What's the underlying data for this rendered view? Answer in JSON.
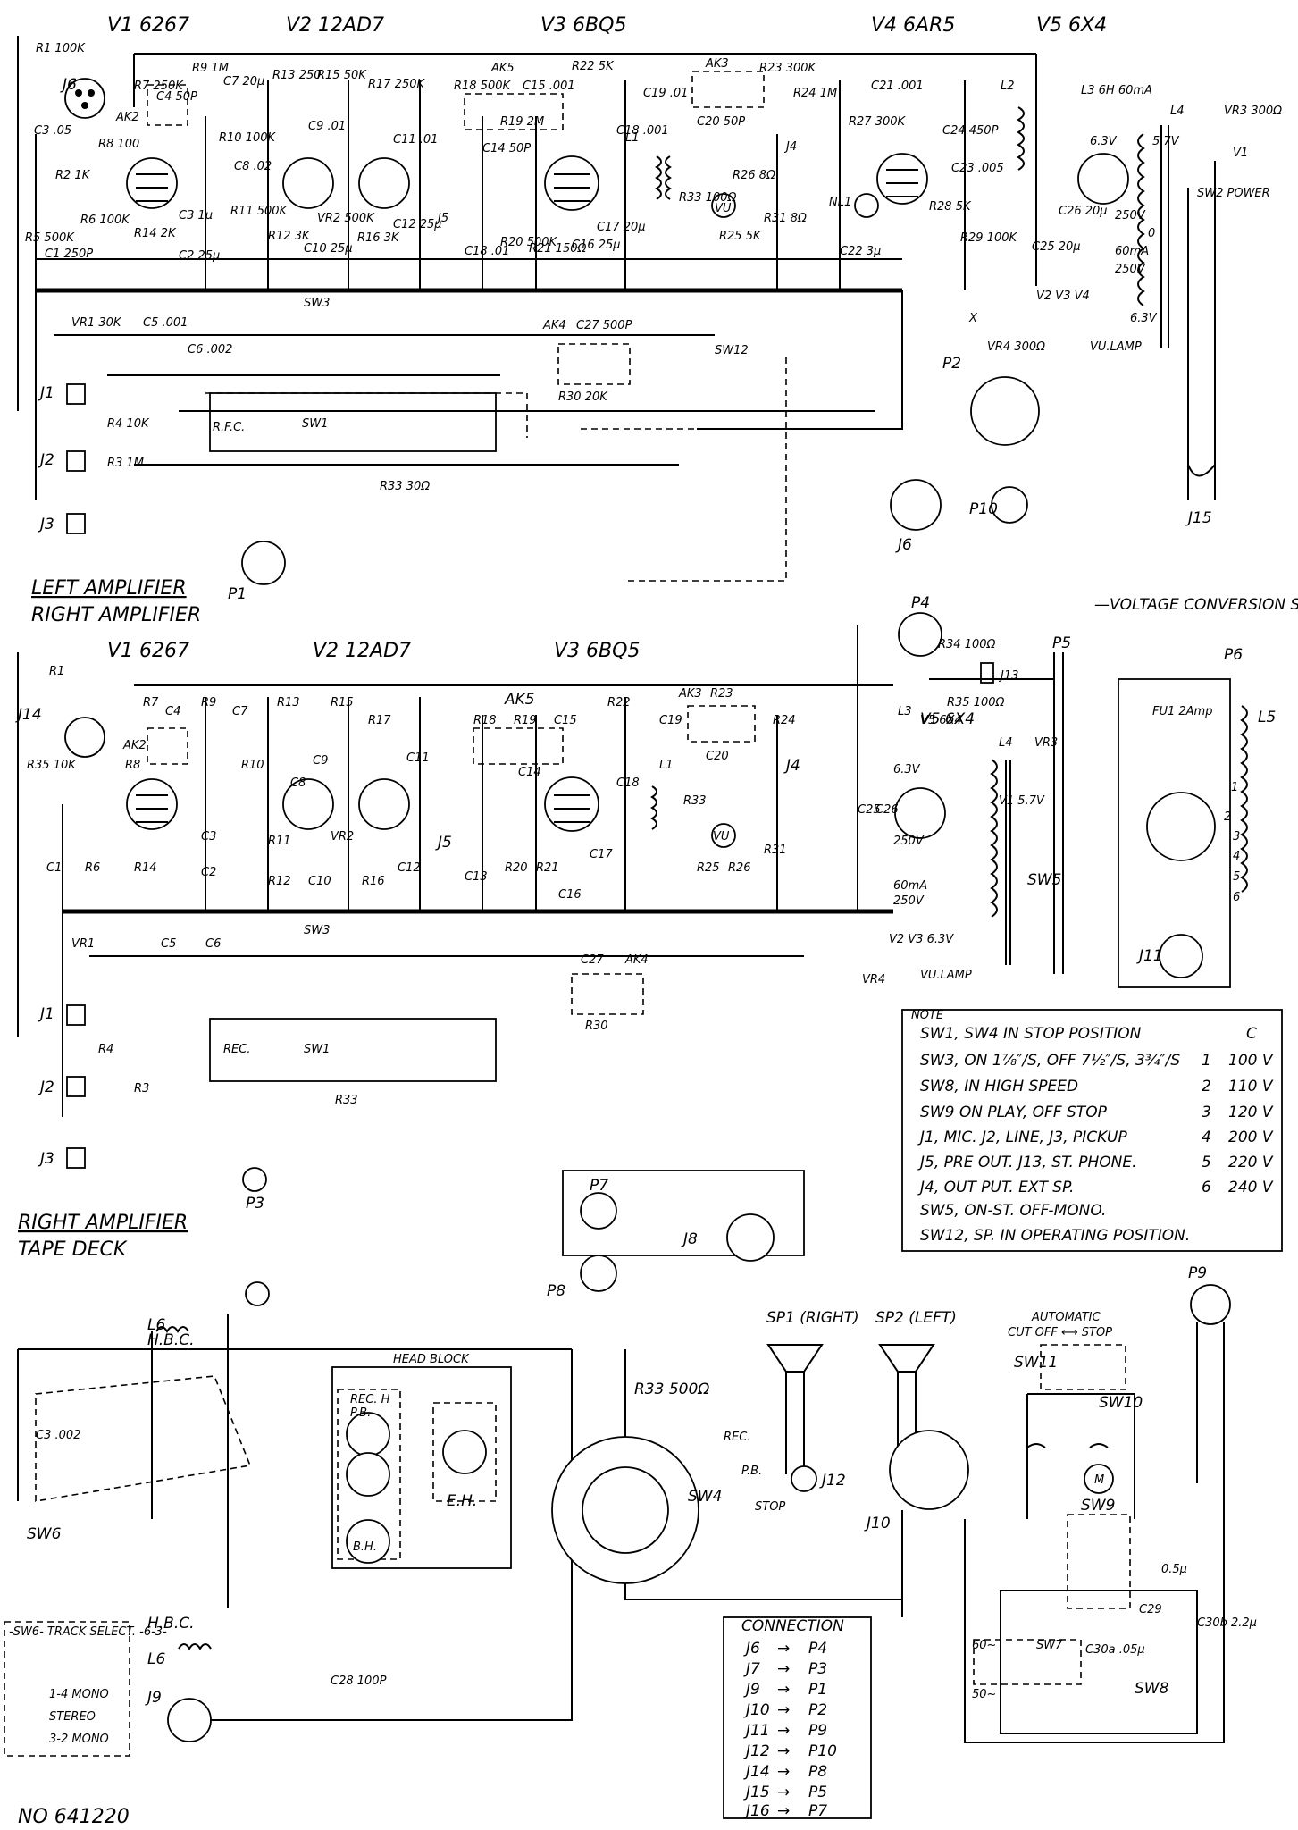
{
  "sections": {
    "left_amp": "LEFT AMPLIFIER",
    "right_amp_1": "RIGHT AMPLIFIER",
    "right_amp_2": "RIGHT AMPLIFIER",
    "tape_deck": "TAPE DECK",
    "voltage_sw": "—VOLTAGE CONVERSION SW.—",
    "head_block": "HEAD BLOCK",
    "automatic": "AUTOMATIC",
    "cutoff_stop": "CUT OFF ⟷ STOP",
    "sw6_title": "-SW6- TRACK SELECT. -6-3-",
    "connection": "CONNECTION",
    "doc_no": "NO 641220"
  },
  "left_amp": {
    "tubes": [
      "V1 6267",
      "V2 12AD7",
      "V3 6BQ5",
      "V4 6AR5",
      "V5 6X4"
    ],
    "parts_top": [
      "R1 100K",
      "R7 250K",
      "C4 50P",
      "R9 1M",
      "C7 20μ",
      "R13 250",
      "R15 50K",
      "R17 250K",
      "AK5",
      "R18 500K",
      "C15 .001",
      "R22 5K",
      "AK3",
      "R23 300K",
      "R24 1M",
      "C21 .001",
      "L2",
      "L3 6H 60mA",
      "L4",
      "VR3 300Ω"
    ],
    "parts_mid": [
      "C3 .05",
      "R8 100",
      "AK2",
      "R10 100K",
      "C9 .01",
      "C11 .01",
      "R19 2M",
      "C14 50P",
      "C19 .01",
      "C20 50P",
      "J4",
      "R27 300K",
      "C24 450P",
      "C23 .005",
      "6.3V",
      "5.7V",
      "V1",
      "SW2 POWER",
      "R2 1K",
      "C8 .02",
      "C18 .001",
      "L1",
      "NL1",
      "R28 5K"
    ],
    "parts_low": [
      "R5 500K",
      "C1 250P",
      "R6 100K",
      "R14 2K",
      "C2 25μ",
      "C3 1μ",
      "R11 500K",
      "R12 3K",
      "C10 25μ",
      "VR2 500K",
      "R16 3K",
      "C12 25μ",
      "J5",
      "C18 .01",
      "R20 500K",
      "R21 150Ω",
      "C16 25μ",
      "C17 20μ",
      "R33 100Ω",
      "R25 5K",
      "R26 8Ω",
      "R31 8Ω",
      "VU",
      "C22 3μ",
      "R29 100K",
      "C25 20μ",
      "C26 20μ",
      "250V",
      "0",
      "60mA",
      "250V"
    ],
    "parts_switch": [
      "VR1 30K",
      "C5 .001",
      "C6 .002",
      "SW3",
      "AK4",
      "C27 500P",
      "R30 20K",
      "SW12",
      "X",
      "VR4 300Ω",
      "V2 V3 V4",
      "6.3V",
      "VU.LAMP",
      "P2",
      "R.F.C.",
      "SW1",
      "R4 10K",
      "R3 1M",
      "R33 30Ω",
      "P1",
      "J6",
      "P10",
      "J15"
    ],
    "jacks": [
      "J6",
      "J1",
      "J2",
      "J3"
    ]
  },
  "right_amp": {
    "tubes": [
      "V1 6267",
      "V2 12AD7",
      "V3 6BQ5",
      "V5 6X4"
    ],
    "parts": [
      "R1",
      "J14",
      "R35 10K",
      "R7",
      "C4",
      "R9",
      "C7",
      "R13",
      "R15",
      "R17",
      "AK5",
      "R18",
      "R19",
      "C15",
      "C14",
      "R22",
      "C19",
      "AK3",
      "R23",
      "C20",
      "R24",
      "AK2",
      "R8",
      "R10",
      "C9",
      "C11",
      "C8",
      "C18",
      "L1",
      "J4",
      "R33",
      "C1",
      "R6",
      "R14",
      "C3",
      "C2",
      "R11",
      "R12",
      "C10",
      "VR2",
      "R16",
      "C12",
      "J5",
      "C13",
      "R20",
      "R21",
      "C16",
      "C17",
      "VU",
      "R25",
      "R26",
      "R31",
      "VR1",
      "C5",
      "C6",
      "SW3",
      "C27",
      "AK4",
      "R30",
      "J1",
      "J2",
      "J3",
      "R4",
      "R3",
      "REC.",
      "SW1",
      "R33",
      "P3"
    ],
    "power": [
      "P4",
      "R34 100Ω",
      "R35 100Ω",
      "J13",
      "P5",
      "L3",
      "V5 6X4",
      "L4",
      "VR3",
      "6.3V",
      "V1 5.7V",
      "C25",
      "C26",
      "250V",
      "60mA",
      "250V",
      "V2 V3 6.3V",
      "VR4",
      "VU.LAMP",
      "SW5"
    ],
    "voltage": [
      "P6",
      "FU1 2Amp",
      "L5",
      "J11"
    ],
    "taps": [
      "1",
      "2",
      "3",
      "4",
      "5",
      "6"
    ]
  },
  "note": {
    "title": "NOTE",
    "lines": [
      "SW1, SW4 IN STOP POSITION",
      "SW3, ON 1⅞″/S, OFF 7½″/S, 3¾″/S",
      "SW8, IN HIGH SPEED",
      "SW9 ON PLAY, OFF STOP",
      "J1, MIC. J2, LINE, J3, PICKUP",
      "J5, PRE OUT. J13, ST. PHONE.",
      "J4, OUT PUT. EXT SP.",
      "SW5, ON-ST. OFF-MONO.",
      "SW12, SP. IN OPERATING POSITION."
    ],
    "col_header": "C",
    "voltage_table": [
      {
        "tap": "1",
        "volt": "100 V"
      },
      {
        "tap": "2",
        "volt": "110 V"
      },
      {
        "tap": "3",
        "volt": "120 V"
      },
      {
        "tap": "4",
        "volt": "200 V"
      },
      {
        "tap": "5",
        "volt": "220 V"
      },
      {
        "tap": "6",
        "volt": "240 V"
      }
    ]
  },
  "tape_deck": {
    "labels": [
      "P7",
      "P8",
      "J8",
      "L6",
      "H.B.C.",
      "C3 .002",
      "REC. H",
      "P.B.",
      "B.H.",
      "E.H.",
      "SW6",
      "H.B.C.",
      "L6",
      "C28 100P",
      "J9",
      "R33 500Ω",
      "REC.",
      "P.B.",
      "STOP",
      "SW4",
      "J12",
      "SP1 (RIGHT)",
      "SP2 (LEFT)",
      "J10",
      "P9",
      "SW11",
      "SW10",
      "M",
      "SW9",
      "0.5μ",
      "C29",
      "C30a .05μ",
      "C30b 2.2μ",
      "60~",
      "50~",
      "SW7",
      "SW8"
    ],
    "track_select": [
      "1-4 MONO",
      "STEREO",
      "3-2 MONO"
    ],
    "connection": [
      {
        "from": "J6",
        "to": "P4"
      },
      {
        "from": "J7",
        "to": "P3"
      },
      {
        "from": "J9",
        "to": "P1"
      },
      {
        "from": "J10",
        "to": "P2"
      },
      {
        "from": "J11",
        "to": "P9"
      },
      {
        "from": "J12",
        "to": "P10"
      },
      {
        "from": "J14",
        "to": "P8"
      },
      {
        "from": "J15",
        "to": "P5"
      },
      {
        "from": "J16",
        "to": "P7"
      }
    ]
  }
}
